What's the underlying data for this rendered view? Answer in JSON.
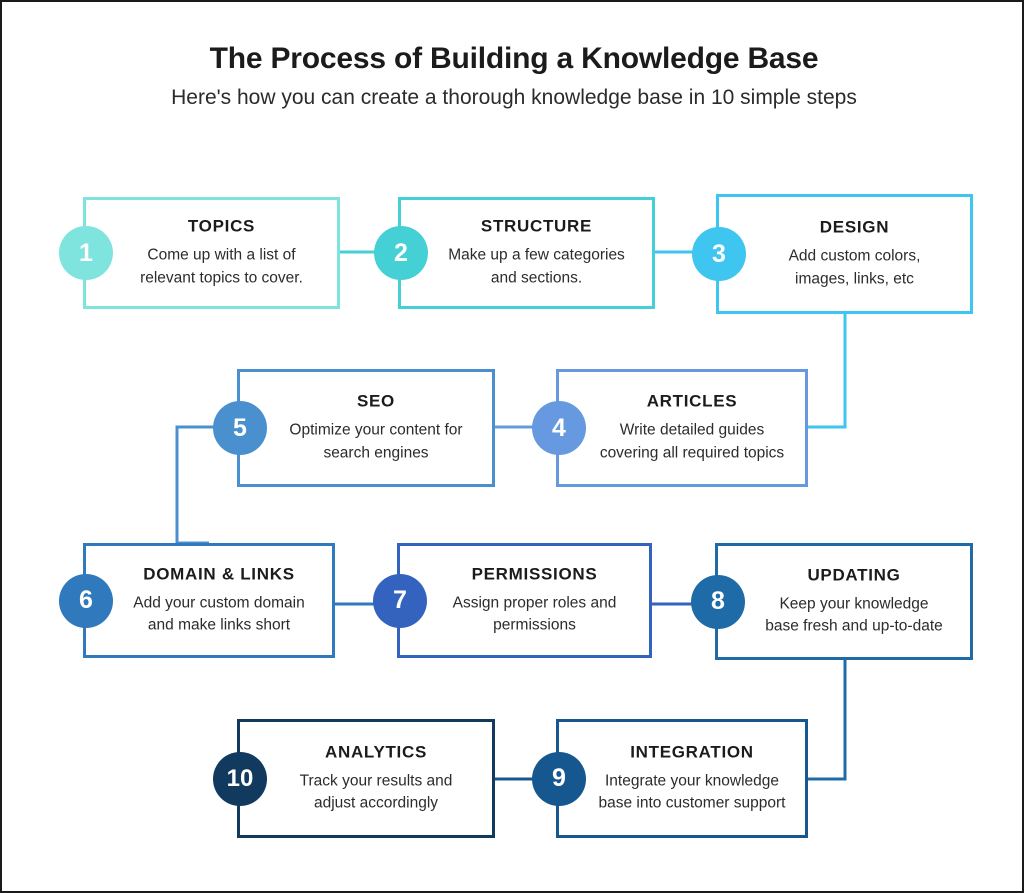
{
  "header": {
    "title": "The Process of Building a Knowledge Base",
    "subtitle": "Here's how you can create a thorough knowledge base in 10 simple steps"
  },
  "chart_data": {
    "type": "diagram",
    "title": "The Process of Building a Knowledge Base",
    "subtitle": "Here's how you can create a thorough knowledge base in 10 simple steps",
    "step_count": 10,
    "flow_order": [
      1,
      2,
      3,
      4,
      5,
      6,
      7,
      8,
      9,
      10
    ],
    "layout": "serpentine rows of boxes connected left-to-right then right-to-left"
  },
  "steps": [
    {
      "number": "1",
      "title": "TOPICS",
      "desc_line1": "Come up with a list of",
      "desc_line2": "relevant topics to cover.",
      "color": "#7FE3DE"
    },
    {
      "number": "2",
      "title": "STRUCTURE",
      "desc_line1": "Make up a few categories",
      "desc_line2": "and sections.",
      "color": "#45D0D6"
    },
    {
      "number": "3",
      "title": "DESIGN",
      "desc_line1": "Add custom colors,",
      "desc_line2": "images, links, etc",
      "color": "#3FC6F0"
    },
    {
      "number": "4",
      "title": "ARTICLES",
      "desc_line1": "Write detailed guides",
      "desc_line2": "covering all required topics",
      "color": "#6699E0"
    },
    {
      "number": "5",
      "title": "SEO",
      "desc_line1": "Optimize your content for",
      "desc_line2": "search engines",
      "color": "#4A90CE"
    },
    {
      "number": "6",
      "title": "DOMAIN & LINKS",
      "desc_line1": "Add your custom domain",
      "desc_line2": "and make links short",
      "color": "#2F79BC"
    },
    {
      "number": "7",
      "title": "PERMISSIONS",
      "desc_line1": "Assign proper roles and",
      "desc_line2": "permissions",
      "color": "#3363BF"
    },
    {
      "number": "8",
      "title": "UPDATING",
      "desc_line1": "Keep your knowledge",
      "desc_line2": "base fresh and up-to-date",
      "color": "#1E6BA8"
    },
    {
      "number": "9",
      "title": "INTEGRATION",
      "desc_line1": "Integrate your knowledge",
      "desc_line2": "base into customer support",
      "color": "#17578F"
    },
    {
      "number": "10",
      "title": "ANALYTICS",
      "desc_line1": "Track your results and",
      "desc_line2": "adjust accordingly",
      "color": "#123A5F"
    }
  ],
  "colors": {
    "frame_border": "#1a1a1a",
    "background": "#ffffff",
    "title_text": "#1b1b1b"
  }
}
